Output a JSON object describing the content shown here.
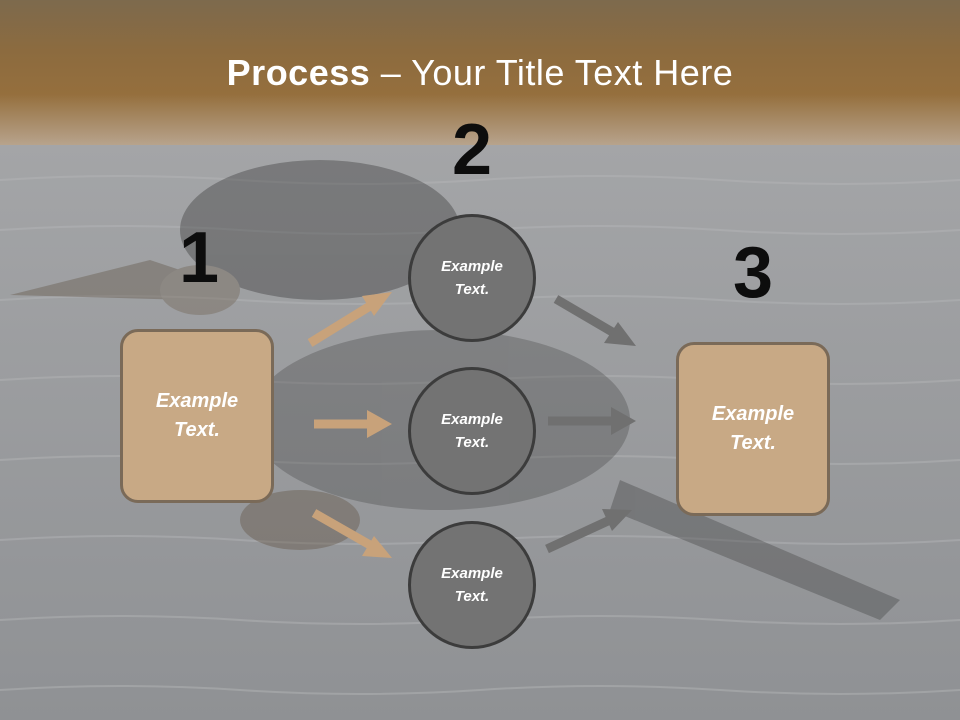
{
  "title": {
    "bold": "Process",
    "rest": " – Your Title Text Here"
  },
  "steps": {
    "one": {
      "number": "1",
      "text": "Example Text."
    },
    "two": {
      "number": "2",
      "circles": [
        {
          "text": "Example Text."
        },
        {
          "text": "Example Text."
        },
        {
          "text": "Example Text."
        }
      ]
    },
    "three": {
      "number": "3",
      "text": "Example Text."
    }
  },
  "colors": {
    "header_band": "#8a6d45",
    "water": "#9a9b9e",
    "box_fill": "#c8a985",
    "circle_fill": "#737373",
    "arrow_tan": "#c8a27a",
    "arrow_gray": "#707070"
  }
}
